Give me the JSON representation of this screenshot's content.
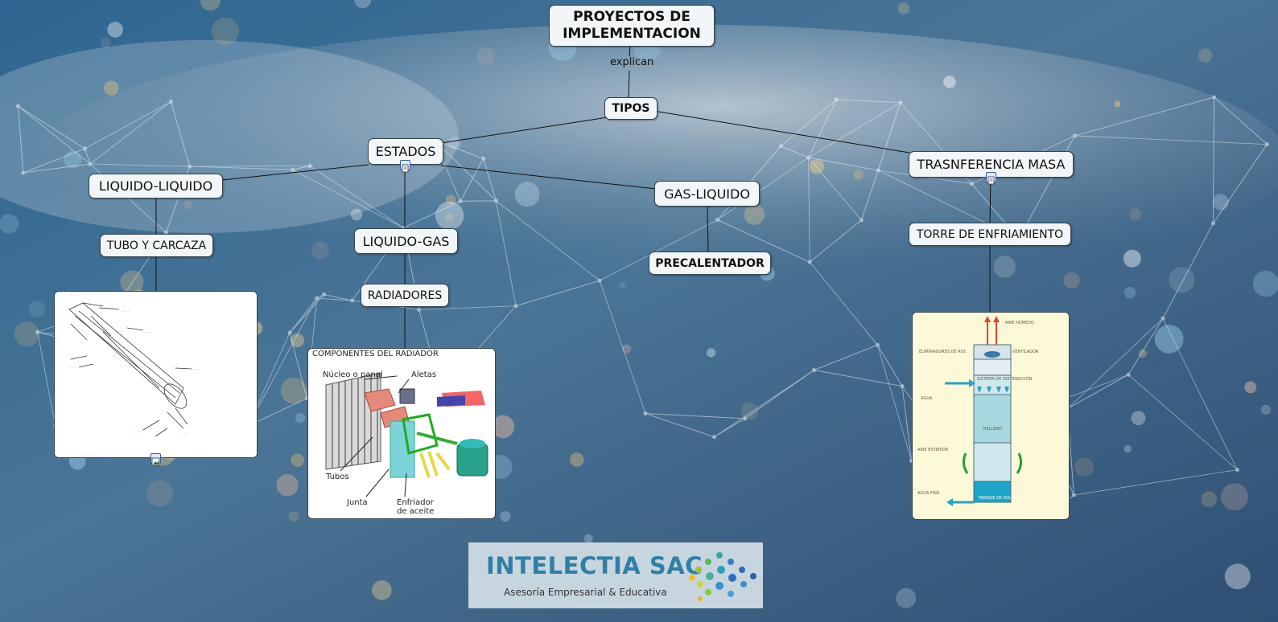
{
  "map": {
    "root": "PROYECTOS DE IMPLEMENTACION",
    "link_phrase": "explican",
    "tipos": "TIPOS",
    "estados": "ESTADOS",
    "trasnferencia": "TRASNFERENCIA MASA",
    "liquido_liquido": "LIQUIDO-LIQUIDO",
    "tubo_carcaza": "TUBO Y CARCAZA",
    "liquido_gas": "LIQUIDO-GAS",
    "radiadores": "RADIADORES",
    "gas_liquido": "GAS-LIQUIDO",
    "precalentador": "PRECALENTADOR",
    "torre": "TORRE DE ENFRIAMIENTO"
  },
  "radiator_image": {
    "title": "COMPONENTES DEL RADIADOR",
    "labels": {
      "nucleo": "Núcleo o panal",
      "aletas": "Aletas",
      "tubos": "Tubos",
      "junta": "Junta",
      "enfriador1": "Enfriador",
      "enfriador2": "de aceite"
    }
  },
  "tower_image": {
    "labels": {
      "aire_humedo": "AIRE HÚMEDO",
      "eliminadores": "ELIMINADORES DE ROC",
      "ventilador": "VENTILADOR",
      "sistema": "SISTEMA DE DISTRIBUCIÓN",
      "agua": "AGUA",
      "relleno": "RELLENO",
      "aire_exterior": "AIRE EXTERIOR",
      "agua_fria": "AGUA FRÍA",
      "tanque": "TANQUE DE AGUA"
    }
  },
  "logo": {
    "name": "INTELECTIA SAC",
    "tagline": "Asesoría Empresarial & Educativa"
  },
  "colors": {
    "node_fill": "#f2f6f8",
    "node_border": "#33454f",
    "background": "#3d6a8f",
    "logo_text": "#2f7fa7"
  }
}
